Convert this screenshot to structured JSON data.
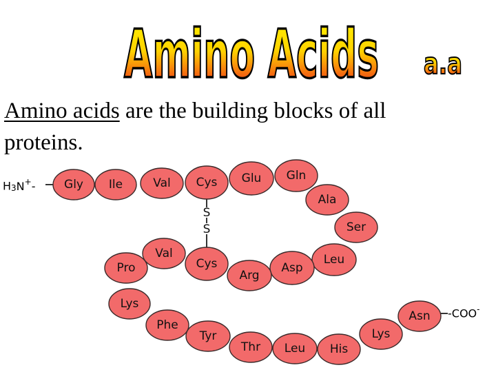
{
  "title": {
    "main": "Amino Acids",
    "abbrev": "a.a"
  },
  "intro": {
    "term": "Amino acids",
    "rest_line1": " are the building blocks of all",
    "line2": "proteins."
  },
  "chain": {
    "n_terminus": "H3N+",
    "c_terminus": "COO-",
    "disulfide": [
      "S",
      "S"
    ],
    "residues": [
      "Gly",
      "Ile",
      "Val",
      "Cys",
      "Glu",
      "Gln",
      "Ala",
      "Ser",
      "Leu",
      "Asp",
      "Arg",
      "Cys",
      "Val",
      "Pro",
      "Lys",
      "Phe",
      "Tyr",
      "Thr",
      "Leu",
      "His",
      "Lys",
      "Asn"
    ]
  },
  "colors": {
    "residue_fill": "#f26a6a",
    "title_fill_top": "#fff200",
    "title_fill_bottom": "#e8211b"
  }
}
